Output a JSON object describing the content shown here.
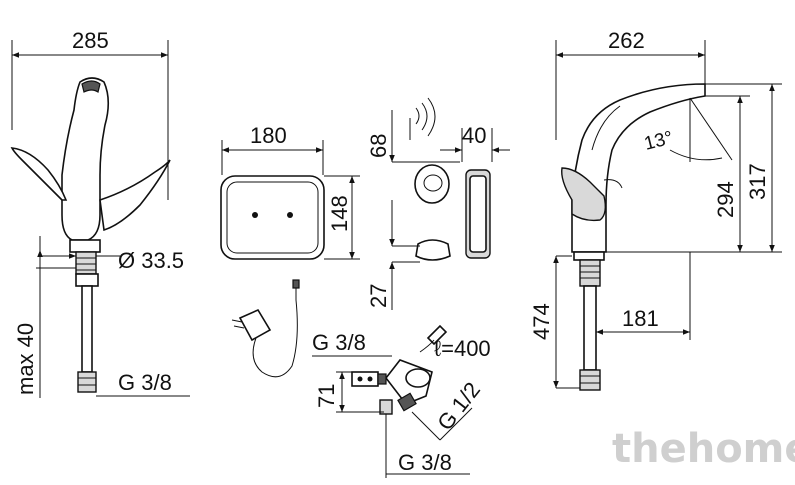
{
  "dimensions": {
    "front_width": "285",
    "side_width": "262",
    "sensor_width": "180",
    "sensor_height": "148",
    "bracket_height": "68",
    "bracket_depth": "40",
    "bracket_gap": "27",
    "body_diameter": "Ø 33.5",
    "max_depth": "max 40",
    "thread_left": "G 3/8",
    "thread_valve_top": "G 3/8",
    "thread_valve_bottom": "G 3/8",
    "thread_valve_side": "G 1/2",
    "cable_length": "ℓ=400",
    "valve_height": "71",
    "angle": "13°",
    "spout_height": "294",
    "total_height": "317",
    "below_height": "474",
    "spout_reach": "181"
  },
  "watermark": "thehome"
}
